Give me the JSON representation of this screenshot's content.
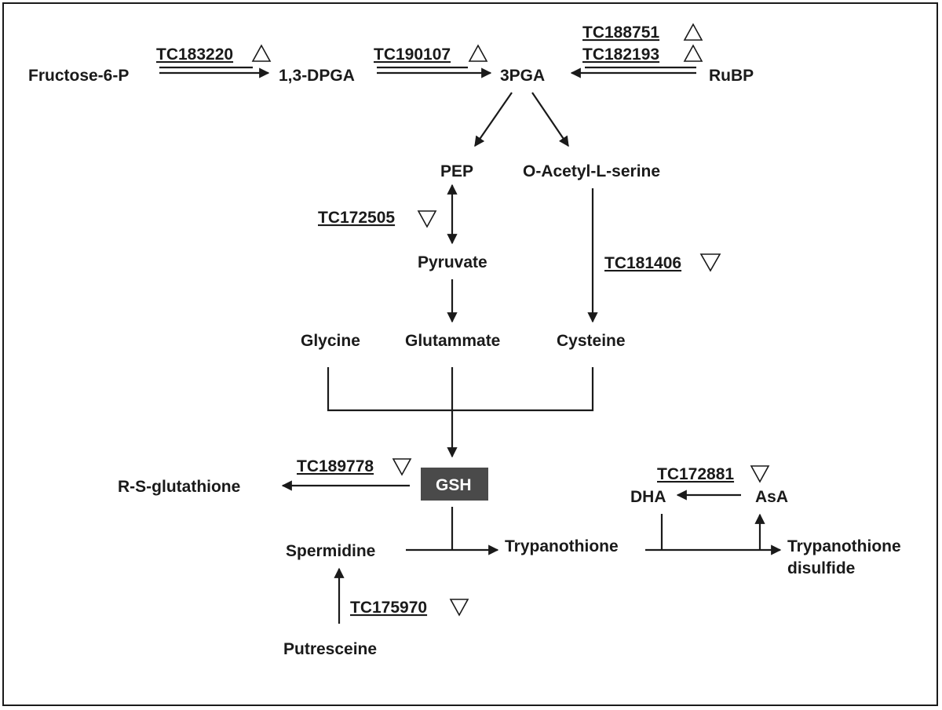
{
  "metabolites": {
    "fructose6p": "Fructose-6-P",
    "dpga": "1,3-DPGA",
    "pga3": "3PGA",
    "rubp": "RuBP",
    "pep": "PEP",
    "oacetylserine": "O-Acetyl-L-serine",
    "pyruvate": "Pyruvate",
    "glycine": "Glycine",
    "glutammate": "Glutammate",
    "cysteine": "Cysteine",
    "gsh": "GSH",
    "rsglutathione": "R-S-glutathione",
    "dha": "DHA",
    "asa": "AsA",
    "spermidine": "Spermidine",
    "trypanothione": "Trypanothione",
    "trypanothione_disulfide_1": "Trypanothione",
    "trypanothione_disulfide_2": "disulfide",
    "putresceine": "Putresceine"
  },
  "enzymes": {
    "tc183220": {
      "id": "TC183220",
      "regulation": "up"
    },
    "tc190107": {
      "id": "TC190107",
      "regulation": "up"
    },
    "tc188751": {
      "id": "TC188751",
      "regulation": "up"
    },
    "tc182193": {
      "id": "TC182193",
      "regulation": "up"
    },
    "tc172505": {
      "id": "TC172505",
      "regulation": "down"
    },
    "tc181406": {
      "id": "TC181406",
      "regulation": "down"
    },
    "tc189778": {
      "id": "TC189778",
      "regulation": "down"
    },
    "tc172881": {
      "id": "TC172881",
      "regulation": "down"
    },
    "tc175970": {
      "id": "TC175970",
      "regulation": "down"
    }
  },
  "colors": {
    "gsh_box": "#4a4a4a",
    "gsh_text": "#ffffff",
    "line": "#1a1a1a"
  }
}
